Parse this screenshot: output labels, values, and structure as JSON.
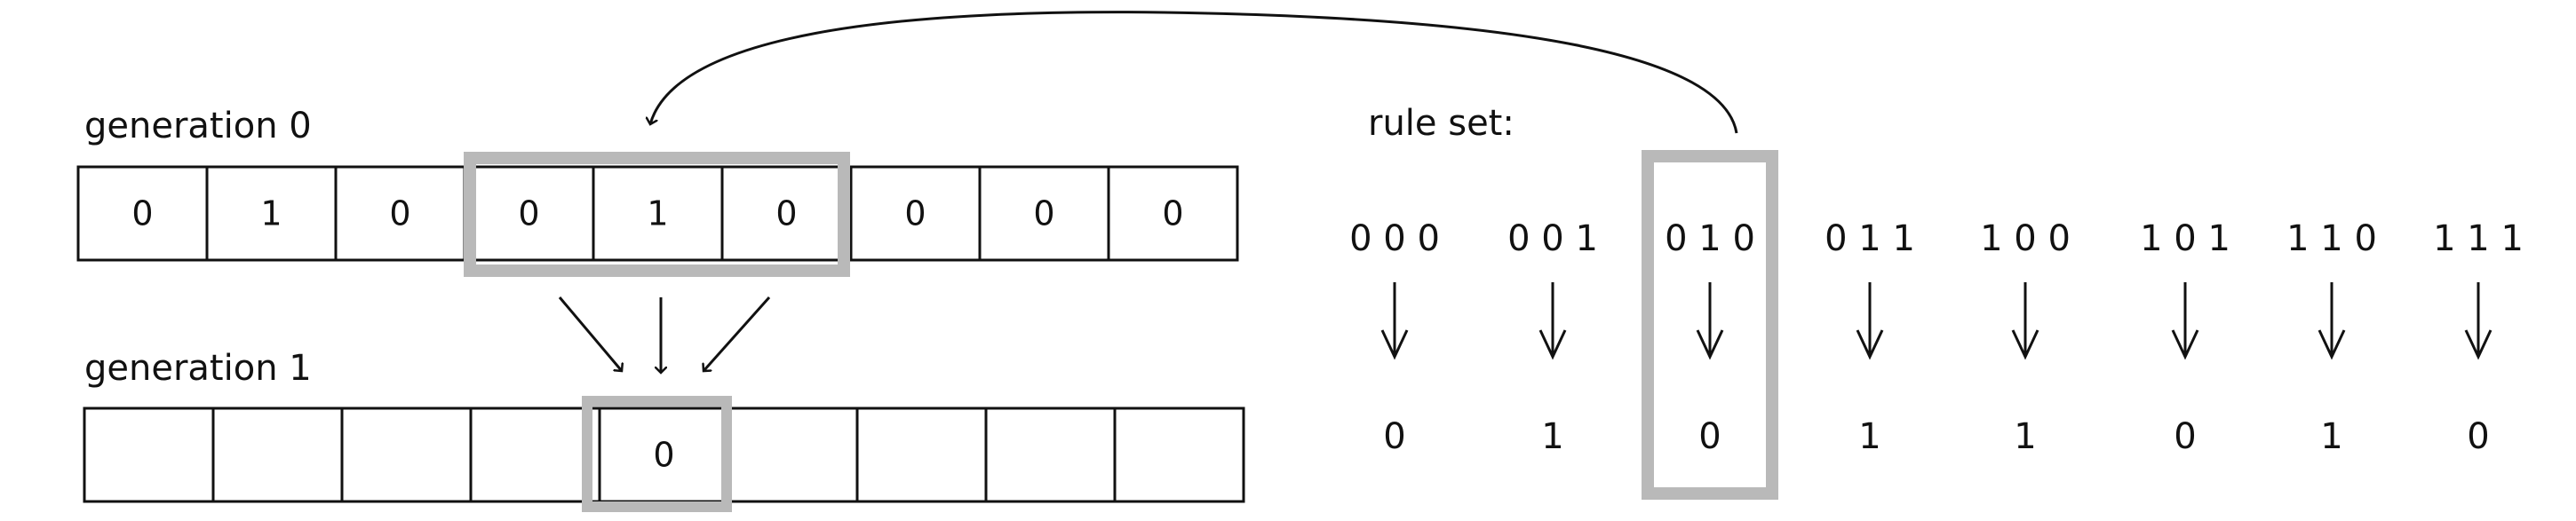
{
  "diagram": {
    "generation0": {
      "label": "generation 0",
      "cells": [
        "0",
        "1",
        "0",
        "0",
        "1",
        "0",
        "0",
        "0",
        "0"
      ],
      "highlight": [
        3,
        5
      ]
    },
    "generation1": {
      "label": "generation 1",
      "cells": [
        "",
        "",
        "",
        "",
        "0",
        "",
        "",
        "",
        ""
      ],
      "highlight": [
        4,
        4
      ]
    },
    "ruleset": {
      "label": "rule set:",
      "rules": [
        {
          "pattern": "0 0 0",
          "result": "0"
        },
        {
          "pattern": "0 0 1",
          "result": "1"
        },
        {
          "pattern": "0 1 0",
          "result": "0"
        },
        {
          "pattern": "0 1 1",
          "result": "1"
        },
        {
          "pattern": "1 0 0",
          "result": "1"
        },
        {
          "pattern": "1 0 1",
          "result": "0"
        },
        {
          "pattern": "1 1 0",
          "result": "1"
        },
        {
          "pattern": "1 1 1",
          "result": "0"
        }
      ],
      "highlight": 2
    },
    "colors": {
      "ink": "#111111",
      "highlight": "#b9b9b9",
      "background": "#ffffff"
    }
  }
}
